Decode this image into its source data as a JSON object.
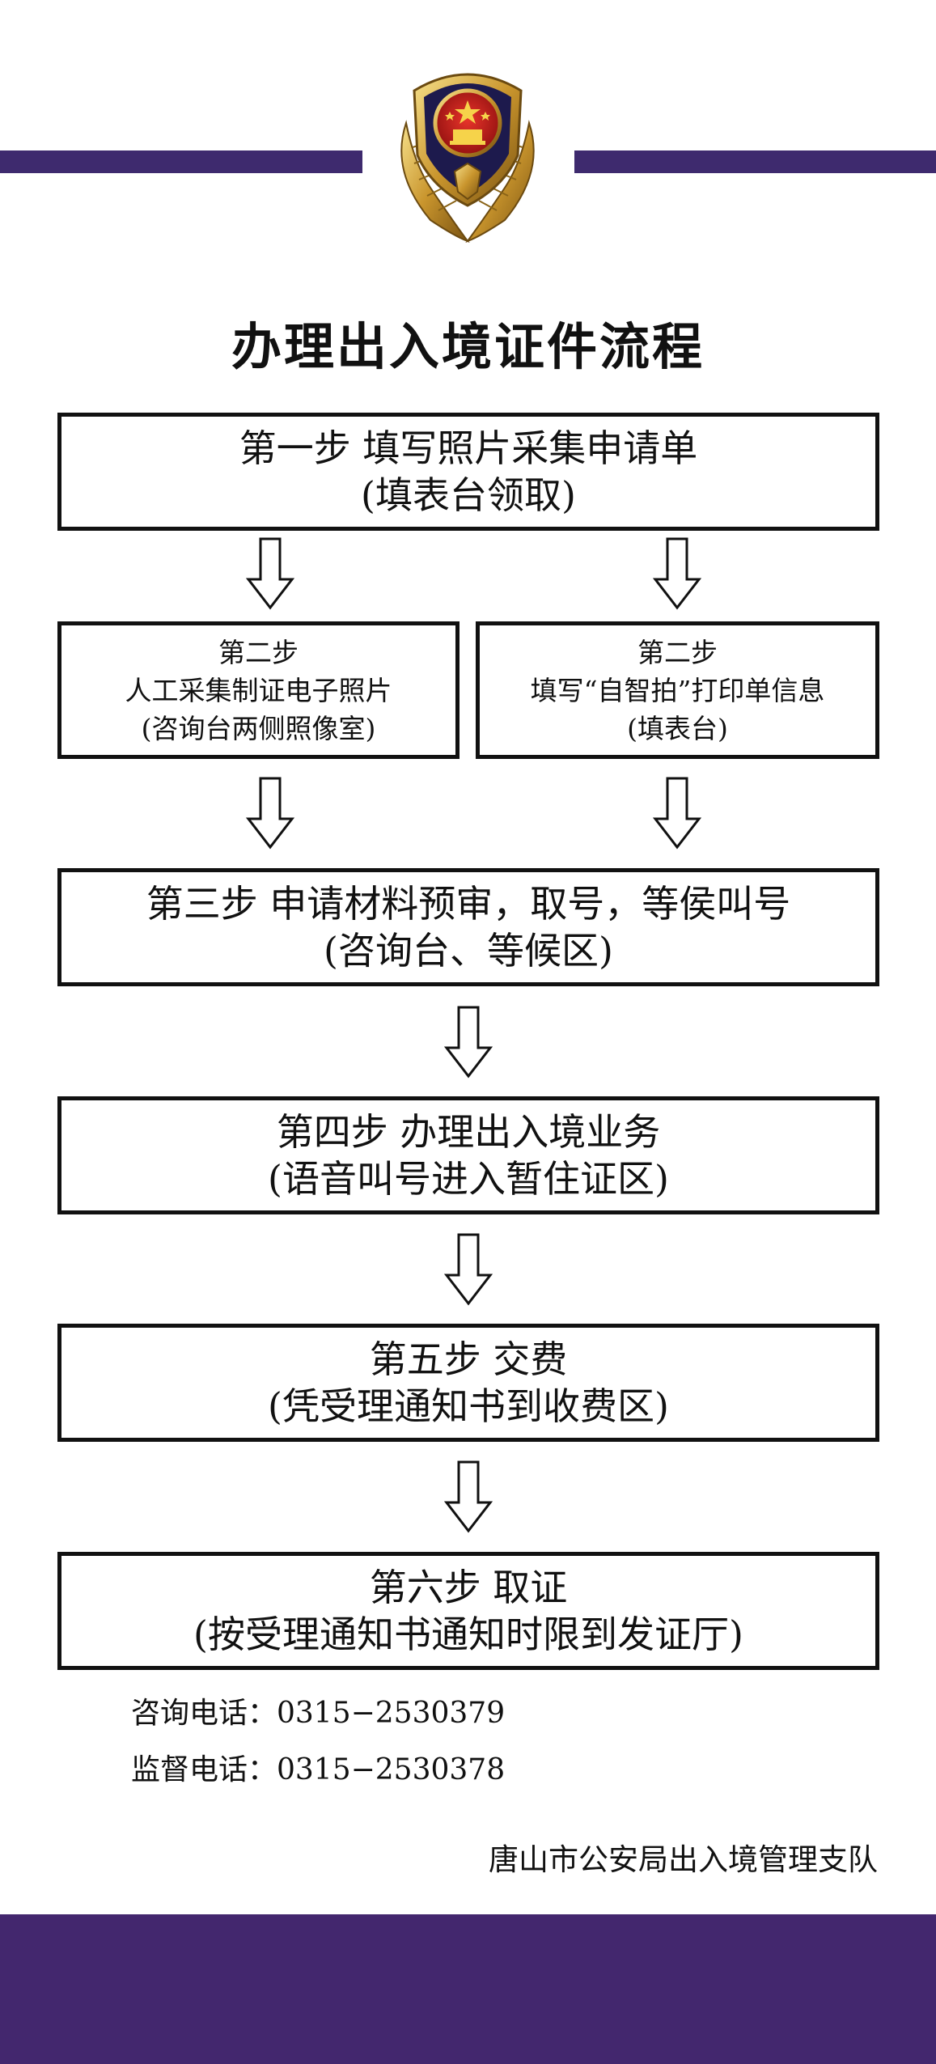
{
  "colors": {
    "brand_purple": "#3e2a6e",
    "footer_purple": "#43276e",
    "border": "#111111"
  },
  "header": {
    "emblem": "police-emblem"
  },
  "title": "办理出入境证件流程",
  "steps": {
    "step1": {
      "lines": [
        "第一步  填写照片采集申请单",
        "(填表台领取)"
      ]
    },
    "step2a": {
      "lines": [
        "第二步",
        "人工采集制证电子照片",
        "(咨询台两侧照像室)"
      ]
    },
    "step2b": {
      "lines": [
        "第二步",
        "填写“自智拍”打印单信息",
        "(填表台)"
      ]
    },
    "step3": {
      "lines": [
        "第三步  申请材料预审，取号，等侯叫号",
        "(咨询台、等候区)"
      ]
    },
    "step4": {
      "lines": [
        "第四步  办理出入境业务",
        "(语音叫号进入暂住证区)"
      ]
    },
    "step5": {
      "lines": [
        "第五步  交费",
        "(凭受理通知书到收费区)"
      ]
    },
    "step6": {
      "lines": [
        "第六步  取证",
        "(按受理通知书通知时限到发证厅)"
      ]
    }
  },
  "contacts": {
    "consult": "咨询电话：0315−2530379",
    "supervise": "监督电话：0315−2530378"
  },
  "footer": {
    "organization": "唐山市公安局出入境管理支队"
  }
}
